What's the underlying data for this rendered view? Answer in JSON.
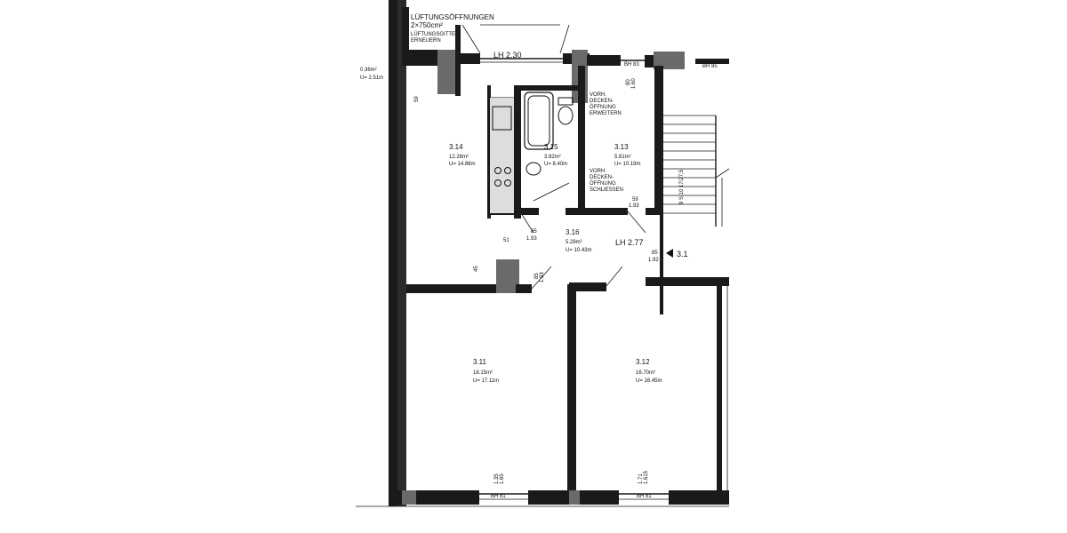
{
  "annotations": {
    "vent_title": "LÜFTUNGSÖFFNUNGEN",
    "vent_size": "2×750cm²",
    "vent_grid": "LÜFTUNGSGITTER",
    "vent_renew": "ERNEUERN",
    "outer_area": "0.36m²",
    "outer_u": "U= 2.51m",
    "lh_top": "LH 2.30",
    "lh_mid": "LH 2.77",
    "entry_marker": "3.1",
    "ceiling_widen_1": "VORH.",
    "ceiling_widen_2": "DECKEN-",
    "ceiling_widen_3": "ÖFFNUNG",
    "ceiling_widen_4": "ERWEITERN",
    "ceiling_close_1": "VORH.",
    "ceiling_close_2": "DECKEN-",
    "ceiling_close_3": "ÖFFNUNG",
    "ceiling_close_4": "SCHLIESSEN",
    "bh_83": "BH 83",
    "bh_85": "BH 85",
    "bh_81_left": "BH 81",
    "bh_81_right": "BH 81",
    "stair_text": "9 S 10 17/27,5"
  },
  "rooms": [
    {
      "id": "3.14",
      "area": "12.28m²",
      "perimeter": "U= 14.86m"
    },
    {
      "id": "3.15",
      "area": "3.92m²",
      "perimeter": "U= 8.40m"
    },
    {
      "id": "3.13",
      "area": "5.81m²",
      "perimeter": "U= 10.19m"
    },
    {
      "id": "3.16",
      "area": "5.28m²",
      "perimeter": "U= 10.43m"
    },
    {
      "id": "3.11",
      "area": "18.15m²",
      "perimeter": "U= 17.11m"
    },
    {
      "id": "3.12",
      "area": "16.70m²",
      "perimeter": "U= 16.45m"
    }
  ],
  "dimensions": {
    "d_59_144": "59",
    "d_85_193_a": "85",
    "d_193_a": "1.93",
    "d_85_193_b": "85",
    "d_193_b": "1.93",
    "d_85_192": "85",
    "d_192": "1.92",
    "d_51": "51",
    "d_45": "45",
    "d_59_193": "59",
    "d_193_c": "1.93",
    "d_80_160": "80",
    "d_160": "1.60",
    "d_135_165_a": "1.35",
    "d_165_a": "1.65",
    "d_171_165_b": "1.71",
    "d_165_b": "1.615"
  }
}
